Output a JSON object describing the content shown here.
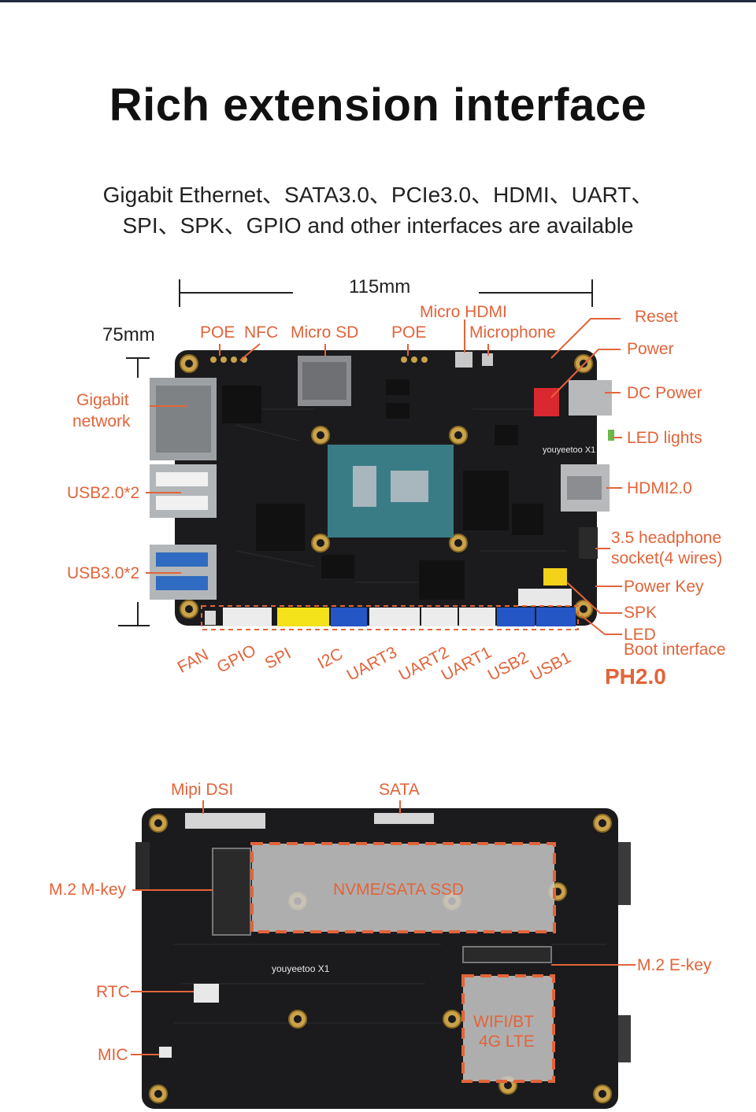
{
  "title": "Rich extension interface",
  "subtitle_line1": "Gigabit Ethernet、SATA3.0、PCIe3.0、HDMI、UART、",
  "subtitle_line2": "SPI、SPK、GPIO and other interfaces are available",
  "colors": {
    "accent": "#e2643a",
    "pcb": "#1b1b1d",
    "soc": "#3a7c86",
    "text": "#111111"
  },
  "top_board": {
    "width_label": "115mm",
    "height_label": "75mm",
    "silk_label": "youyeetoo X1",
    "labels": {
      "poe_left": "POE",
      "nfc": "NFC",
      "micro_sd": "Micro SD",
      "poe_right": "POE",
      "micro_hdmi": "Micro HDMI",
      "microphone": "Microphone",
      "reset": "Reset",
      "power": "Power",
      "dc_power": "DC Power",
      "led_lights": "LED lights",
      "hdmi": "HDMI2.0",
      "headphone_1": "3.5 headphone",
      "headphone_2": "socket(4 wires)",
      "power_key": "Power Key",
      "spk": "SPK",
      "led": "LED",
      "boot": "Boot interface",
      "ph": "PH2.0",
      "gigabit_1": "Gigabit",
      "gigabit_2": "network",
      "usb2": "USB2.0*2",
      "usb3": "USB3.0*2"
    },
    "bottom_headers": [
      "FAN",
      "GPIO",
      "SPI",
      "I2C",
      "UART3",
      "UART2",
      "UART1",
      "USB2",
      "USB1"
    ]
  },
  "bottom_board": {
    "silk_label": "youyeetoo X1",
    "labels": {
      "mipi": "Mipi DSI",
      "sata": "SATA",
      "m2_mkey": "M.2 M-key",
      "nvme": "NVME/SATA SSD",
      "m2_ekey": "M.2 E-key",
      "rtc": "RTC",
      "mic": "MIC",
      "wifi_1": "WIFI/BT",
      "wifi_2": "4G LTE"
    }
  }
}
